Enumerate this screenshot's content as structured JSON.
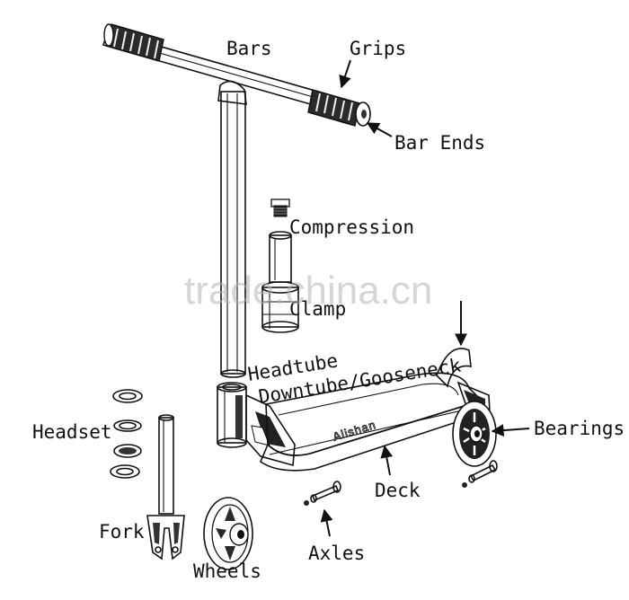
{
  "labels": {
    "bars": "Bars",
    "grips": "Grips",
    "bar_ends": "Bar Ends",
    "compression": "Compression",
    "clamp": "Clamp",
    "headtube": "Headtube",
    "downtube": "Downtube/Gooseneck",
    "headset": "Headset",
    "bearings": "Bearings",
    "deck": "Deck",
    "fork": "Fork",
    "axles": "Axles",
    "wheels": "Wheels"
  },
  "deck_brand": "Alishan",
  "watermark": "trade.china.cn"
}
